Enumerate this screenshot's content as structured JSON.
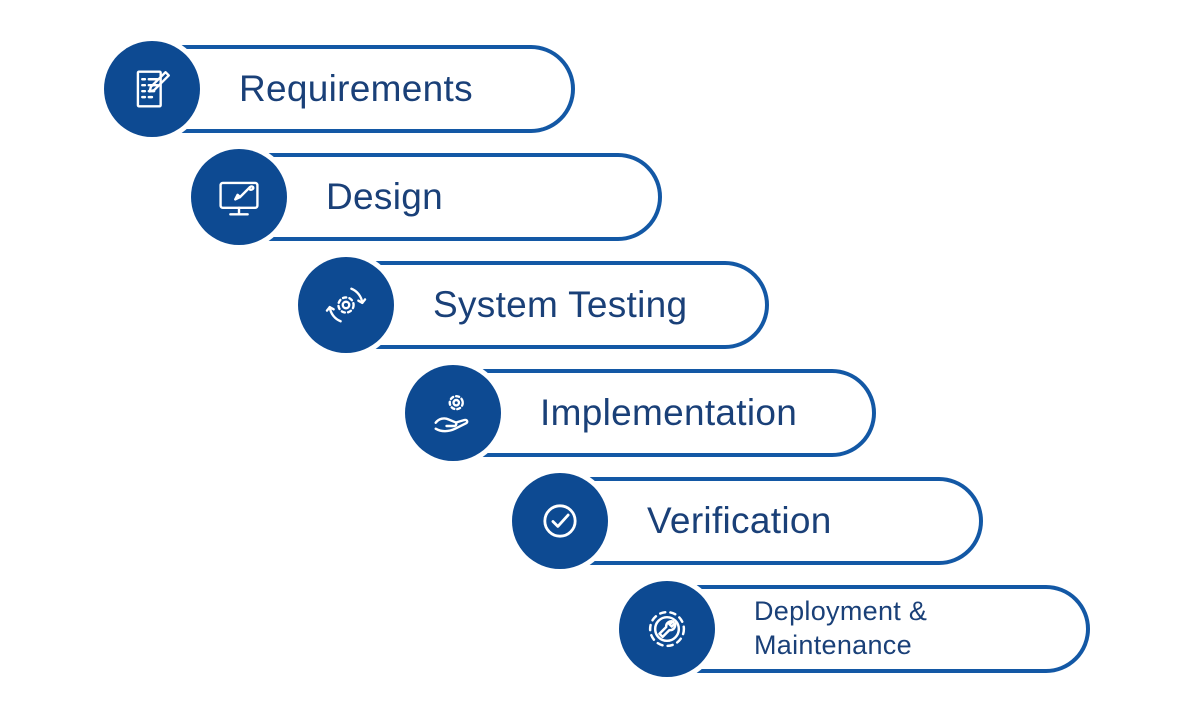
{
  "diagram": {
    "type": "waterfall-process",
    "background": "#ffffff",
    "colors": {
      "badge_fill": "#0d4a92",
      "pill_border": "#1358a5",
      "label_text": "#1a4078",
      "icon": "#ffffff"
    },
    "stages": [
      {
        "label": "Requirements",
        "icon": "checklist-pencil-icon"
      },
      {
        "label": "Design",
        "icon": "monitor-paintbrush-icon"
      },
      {
        "label": "System Testing",
        "icon": "sync-arrows-gear-icon"
      },
      {
        "label": "Implementation",
        "icon": "hand-gear-icon"
      },
      {
        "label": "Verification",
        "icon": "check-circle-icon"
      },
      {
        "label": "Deployment & Maintenance",
        "icon": "gear-wrench-icon"
      }
    ]
  }
}
